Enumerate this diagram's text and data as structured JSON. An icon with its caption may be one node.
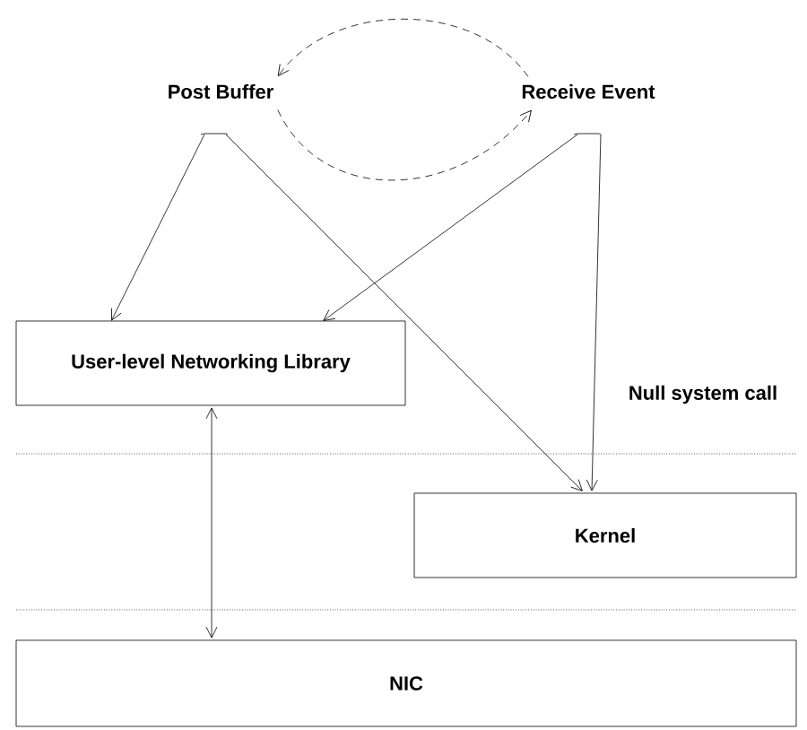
{
  "diagram": {
    "nodes": [
      {
        "text": [
          "Post Buffer"
        ]
      },
      {
        "text": [
          "Receive Event"
        ]
      },
      {
        "text": [
          "User-level Networking Library"
        ]
      },
      {
        "text": [
          "Kernel"
        ]
      },
      {
        "text": [
          "NIC"
        ]
      }
    ],
    "edges": [
      {
        "from": 0,
        "to": 2,
        "arrow": "to"
      },
      {
        "from": 0,
        "to": 3,
        "arrow": "to"
      },
      {
        "from": 1,
        "to": 2,
        "arrow": "to"
      },
      {
        "from": 1,
        "to": 3,
        "arrow": "to",
        "label": "Null system call"
      },
      {
        "from": 2,
        "to": 4,
        "arrow": "both"
      },
      {
        "from": 0,
        "to": 1,
        "arrow": "to",
        "style": "dashed"
      },
      {
        "from": 1,
        "to": 0,
        "arrow": "to",
        "style": "dashed"
      }
    ]
  }
}
